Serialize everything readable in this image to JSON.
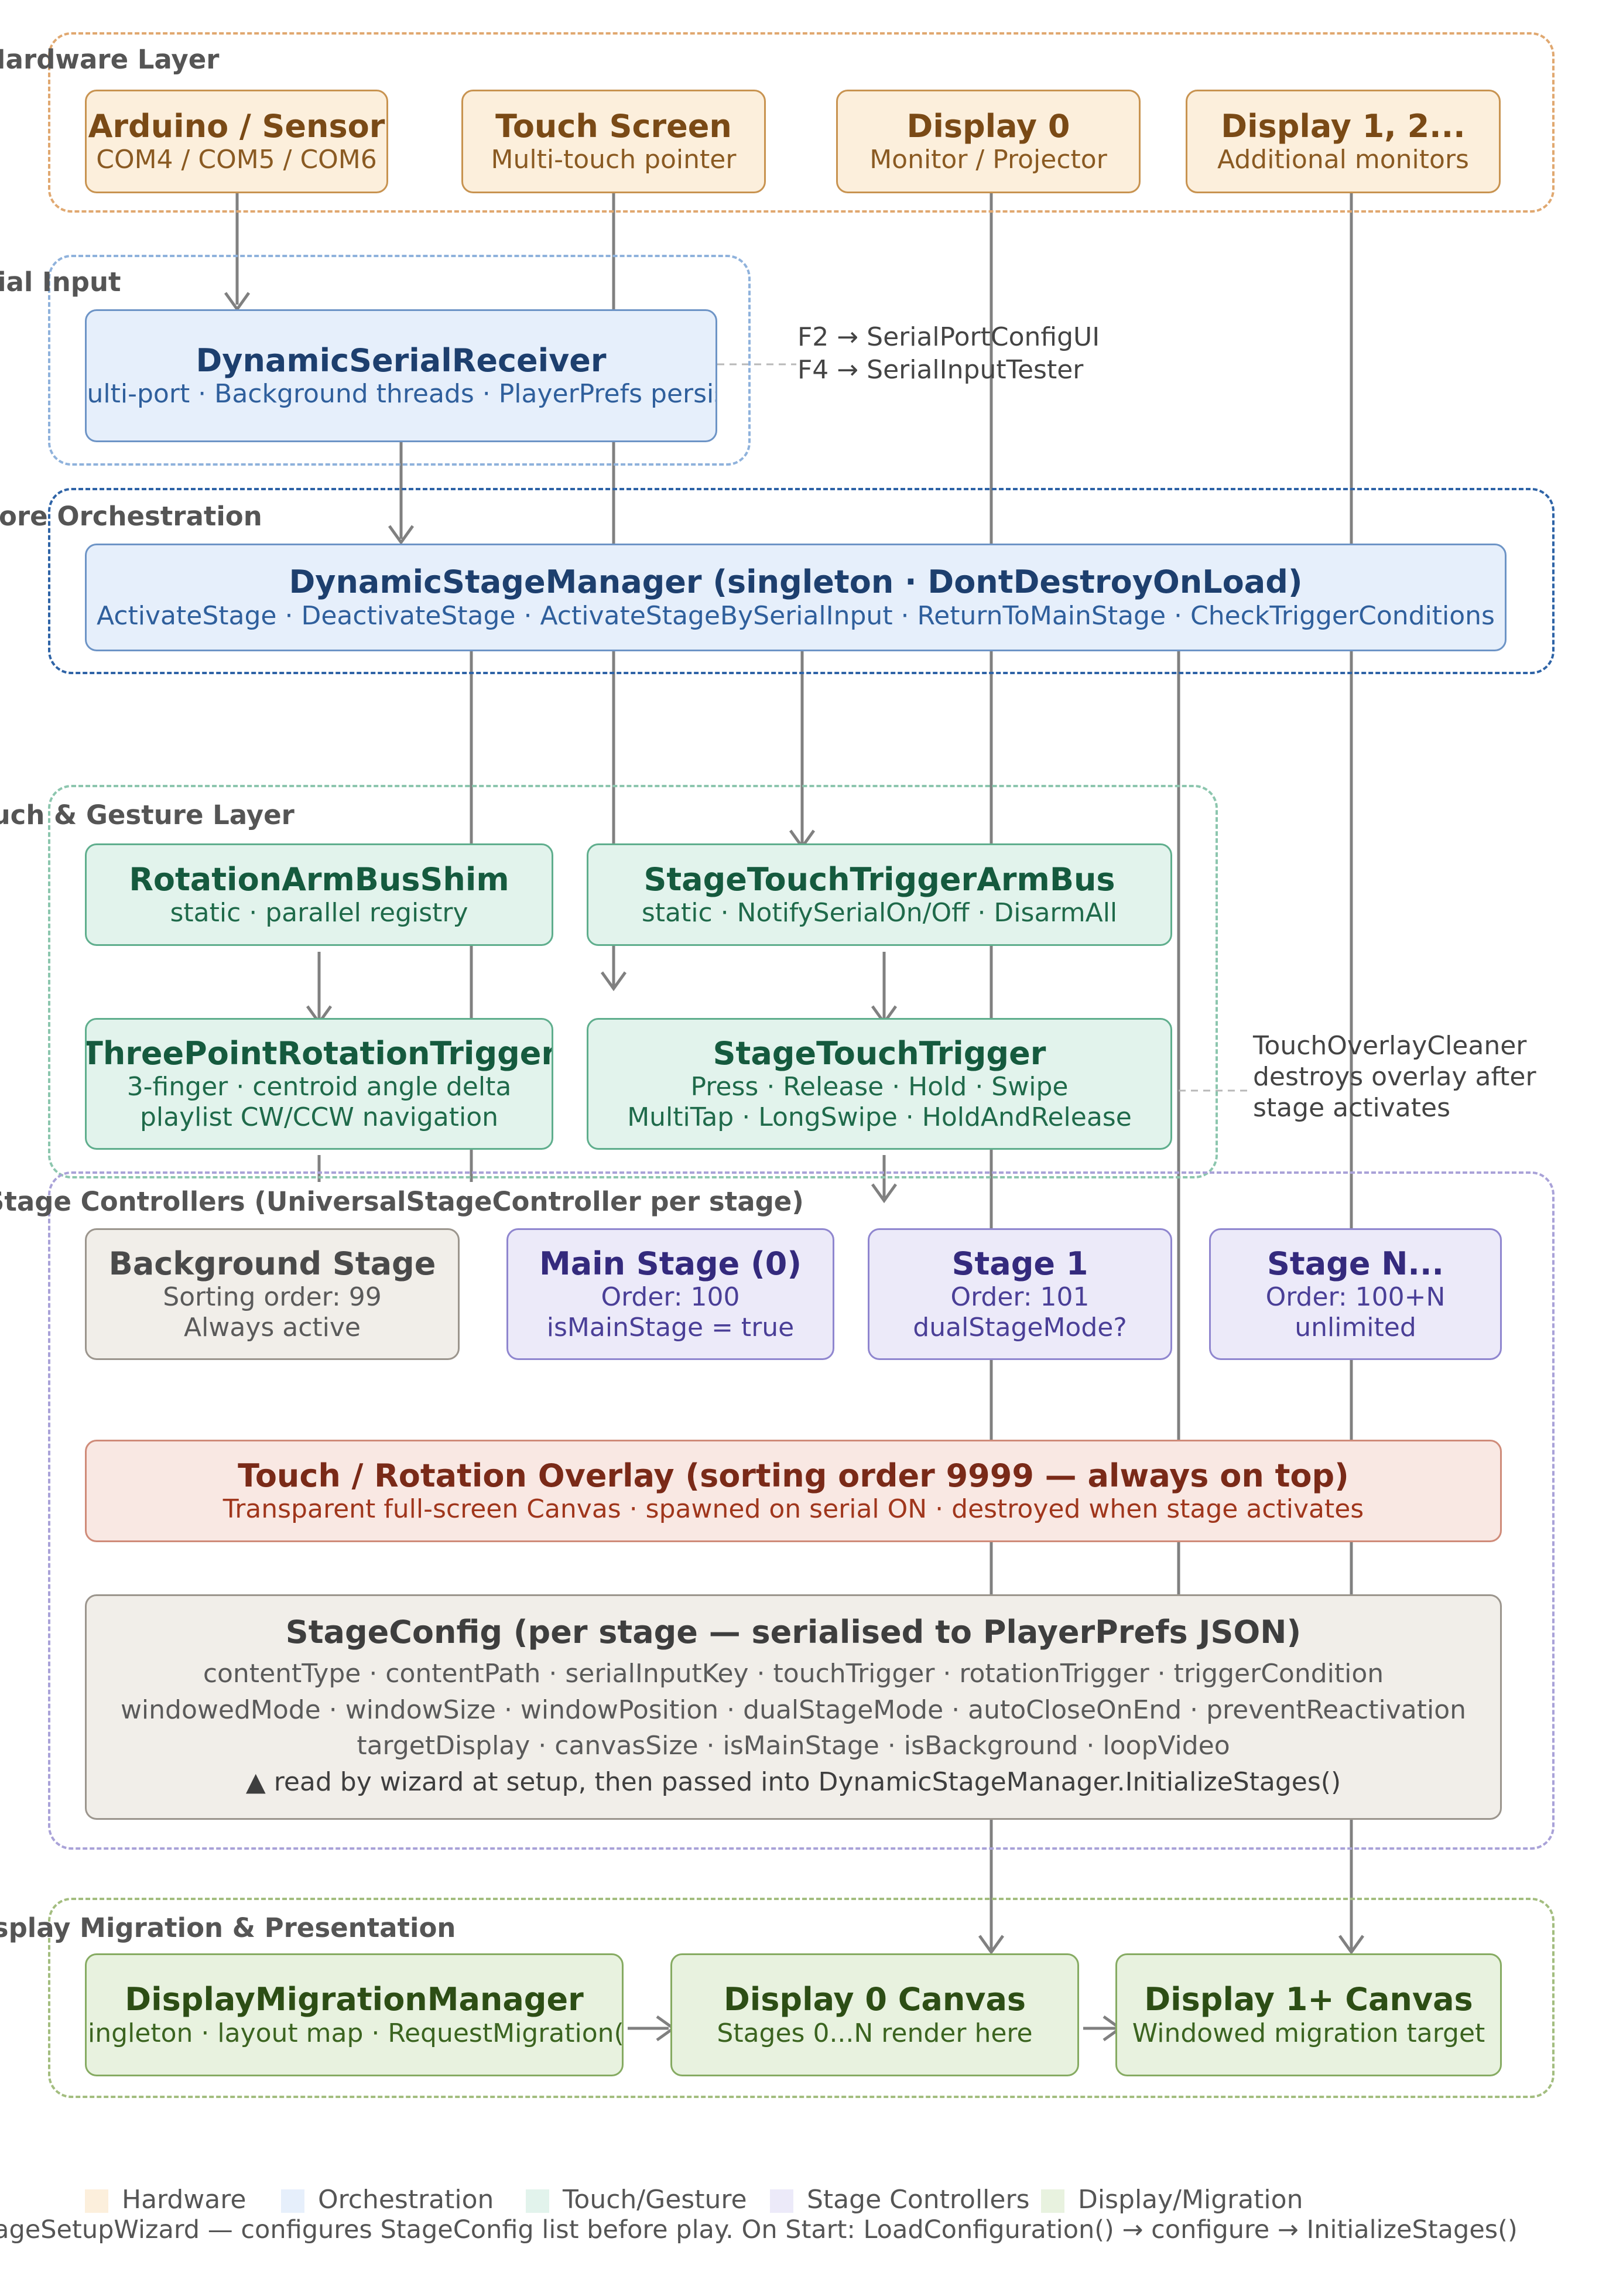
{
  "layers": {
    "hardware": "Hardware Layer",
    "serial": "Serial Input",
    "core": "Core Orchestration",
    "touch": "Touch & Gesture Layer",
    "stages": "Stage Controllers (UniversalStageController per stage)",
    "display": "Display Migration & Presentation"
  },
  "hardware": {
    "arduino": {
      "title": "Arduino / Sensor",
      "sub": "COM4 / COM5 / COM6"
    },
    "touch_screen": {
      "title": "Touch Screen",
      "sub": "Multi-touch pointer"
    },
    "display0": {
      "title": "Display 0",
      "sub": "Monitor / Projector"
    },
    "display12": {
      "title": "Display 1, 2...",
      "sub": "Additional monitors"
    }
  },
  "serial": {
    "receiver": {
      "title": "DynamicSerialReceiver",
      "sub": "Multi-port · Background threads · PlayerPrefs persist"
    },
    "note_f2": "F2 → SerialPortConfigUI",
    "note_f4": "F4 → SerialInputTester"
  },
  "core": {
    "manager": {
      "title": "DynamicStageManager (singleton · DontDestroyOnLoad)",
      "sub": "ActivateStage · DeactivateStage · ActivateStageBySerialInput · ReturnToMainStage · CheckTriggerConditions"
    }
  },
  "touch": {
    "shim": {
      "title": "RotationArmBusShim",
      "sub": "static · parallel registry"
    },
    "armbus": {
      "title": "StageTouchTriggerArmBus",
      "sub": "static · NotifySerialOn/Off · DisarmAll"
    },
    "three_point": {
      "title": "ThreePointRotationTrigger",
      "sub1": "3-finger · centroid angle delta",
      "sub2": "playlist CW/CCW navigation"
    },
    "stage_touch": {
      "title": "StageTouchTrigger",
      "sub1": "Press · Release · Hold · Swipe",
      "sub2": "MultiTap · LongSwipe · HoldAndRelease"
    },
    "cleaner_note": [
      "TouchOverlayCleaner",
      "destroys overlay after",
      "stage activates"
    ]
  },
  "stages": {
    "background": {
      "title": "Background Stage",
      "sub1": "Sorting order: 99",
      "sub2": "Always active"
    },
    "main": {
      "title": "Main Stage (0)",
      "sub1": "Order: 100",
      "sub2": "isMainStage = true"
    },
    "stage1": {
      "title": "Stage 1",
      "sub1": "Order: 101",
      "sub2": "dualStageMode?"
    },
    "stageN": {
      "title": "Stage N...",
      "sub1": "Order: 100+N",
      "sub2": "unlimited"
    },
    "overlay": {
      "title": "Touch / Rotation Overlay (sorting order 9999 — always on top)",
      "sub": "Transparent full-screen Canvas · spawned on serial ON · destroyed when stage activates"
    },
    "config": {
      "title": "StageConfig (per stage — serialised to PlayerPrefs JSON)",
      "lines": [
        "contentType · contentPath · serialInputKey · touchTrigger · rotationTrigger · triggerCondition",
        "windowedMode · windowSize · windowPosition · dualStageMode · autoCloseOnEnd · preventReactivation",
        "targetDisplay · canvasSize · isMainStage · isBackground · loopVideo",
        "▲ read by wizard at setup, then passed into DynamicStageManager.InitializeStages()"
      ]
    }
  },
  "display": {
    "migration": {
      "title": "DisplayMigrationManager",
      "sub": "singleton · layout map · RequestMigration()"
    },
    "canvas0": {
      "title": "Display 0 Canvas",
      "sub": "Stages 0...N render here"
    },
    "canvas1": {
      "title": "Display 1+ Canvas",
      "sub": "Windowed migration target"
    }
  },
  "legend": {
    "items": [
      "Hardware",
      "Orchestration",
      "Touch/Gesture",
      "Stage Controllers",
      "Display/Migration"
    ],
    "colors": [
      "#fcefdc",
      "#e6effb",
      "#e2f3ec",
      "#eceaf9",
      "#e8f2df"
    ],
    "footer": "StageSetupWizard — configures StageConfig list before play. On Start: LoadConfiguration() → configure → InitializeStages()"
  }
}
